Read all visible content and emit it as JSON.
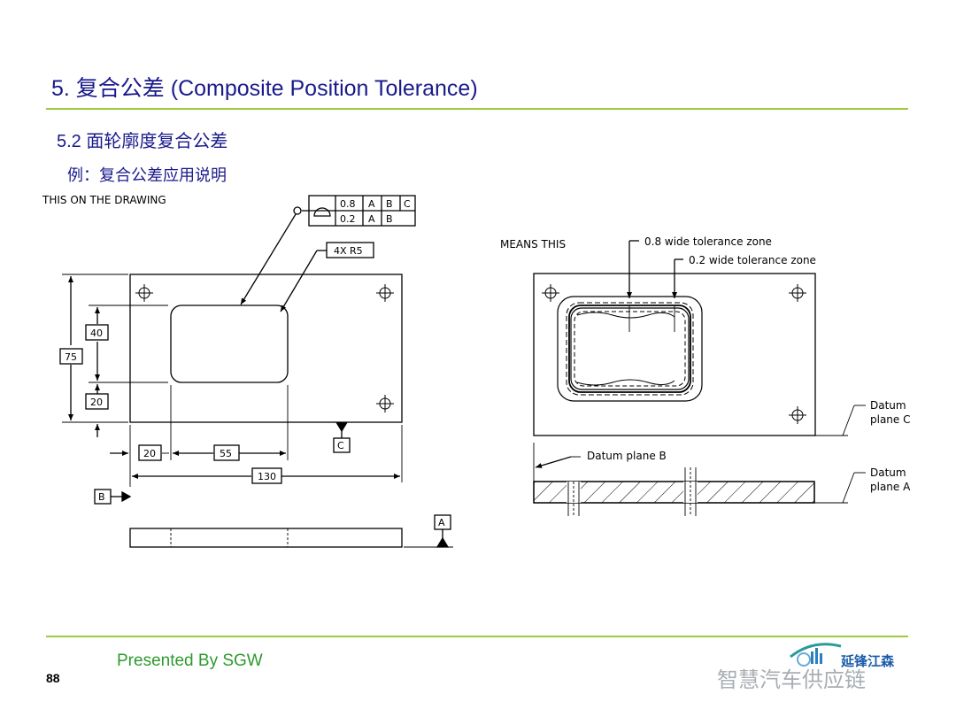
{
  "header": {
    "title": "5. 复合公差 (Composite Position Tolerance)",
    "subtitle": "5.2 面轮廓度复合公差",
    "example": "例：复合公差应用说明"
  },
  "colors": {
    "title": "#1a1a8c",
    "rule": "#9ccc3c",
    "footer": "#2e9a2e"
  },
  "left_drawing": {
    "caption": "THIS ON THE DRAWING",
    "fcf_row1": [
      "0.8",
      "A",
      "B",
      "C"
    ],
    "fcf_row2": [
      "0.2",
      "A",
      "B"
    ],
    "radius_note": "4X R5",
    "dims": {
      "d40": "40",
      "d75": "75",
      "d20v": "20",
      "d20h": "20",
      "d55": "55",
      "d130": "130"
    },
    "datums": {
      "a": "A",
      "b": "B",
      "c": "C"
    }
  },
  "right_drawing": {
    "caption": "MEANS THIS",
    "zone1": "0.8 wide tolerance zone",
    "zone2": "0.2 wide tolerance zone",
    "datum_c_line1": "Datum",
    "datum_c_line2": "plane C",
    "datum_b": "Datum plane B",
    "datum_a_line1": "Datum",
    "datum_a_line2": "plane A"
  },
  "footer": {
    "presented": "Presented By SGW",
    "page": "88",
    "logo_text": "延锋江森",
    "watermark": "智慧汽车供应链"
  }
}
